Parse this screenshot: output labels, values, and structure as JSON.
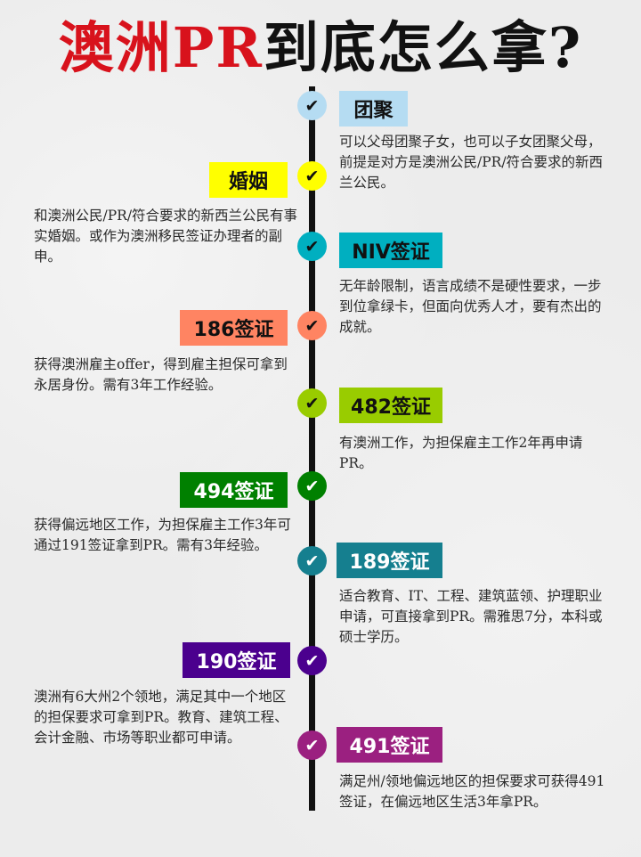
{
  "title": {
    "red": "澳洲PR",
    "black": "到底怎么拿?"
  },
  "items": [
    {
      "label": "团聚",
      "color": "#b5dcf2",
      "desc": "可以父母团聚子女，也可以子女团聚父母，前提是对方是澳洲公民/PR/符合要求的新西兰公民。",
      "icon": "check-icon"
    },
    {
      "label": "婚姻",
      "color": "#ffff00",
      "desc": "和澳洲公民/PR/符合要求的新西兰公民有事实婚姻。或作为澳洲移民签证办理者的副申。",
      "icon": "check-icon"
    },
    {
      "label": "NIV签证",
      "color": "#00afc0",
      "desc": "无年龄限制，语言成绩不是硬性要求，一步到位拿绿卡，但面向优秀人才，要有杰出的成就。",
      "icon": "check-icon"
    },
    {
      "label": "186签证",
      "color": "#ff8462",
      "desc": "获得澳洲雇主offer，得到雇主担保可拿到永居身份。需有3年工作经验。",
      "icon": "check-icon"
    },
    {
      "label": "482签证",
      "color": "#99cc00",
      "desc": "有澳洲工作，为担保雇主工作2年再申请PR。",
      "icon": "check-icon"
    },
    {
      "label": "494签证",
      "color": "#008000",
      "desc": "获得偏远地区工作，为担保雇主工作3年可通过191签证拿到PR。需有3年经验。",
      "icon": "check-icon"
    },
    {
      "label": "189签证",
      "color": "#157f8f",
      "desc": "适合教育、IT、工程、建筑蓝领、护理职业申请，可直接拿到PR。需雅思7分，本科或硕士学历。",
      "icon": "check-icon"
    },
    {
      "label": "190签证",
      "color": "#4b008e",
      "desc": "澳洲有6大州2个领地，满足其中一个地区的担保要求可拿到PR。教育、建筑工程、会计金融、市场等职业都可申请。",
      "icon": "check-icon"
    },
    {
      "label": "491签证",
      "color": "#9b2080",
      "desc": "满足州/领地偏远地区的担保要求可获得491签证，在偏远地区生活3年拿PR。",
      "icon": "check-icon"
    }
  ]
}
